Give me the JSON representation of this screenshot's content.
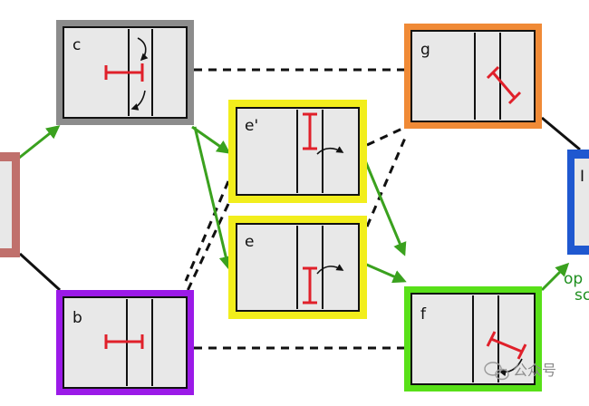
{
  "diagram": {
    "states": [
      {
        "id": "c",
        "label": "c",
        "color": "#8c8c8c"
      },
      {
        "id": "e_prime",
        "label": "e'",
        "color": "#f2ee1c"
      },
      {
        "id": "e",
        "label": "e",
        "color": "#f2ee1c"
      },
      {
        "id": "b",
        "label": "b",
        "color": "#9b1ae8"
      },
      {
        "id": "g",
        "label": "g",
        "color": "#f08a36"
      },
      {
        "id": "f",
        "label": "f",
        "color": "#58e018"
      },
      {
        "id": "left_partial",
        "label": "",
        "color": "#c0706c"
      },
      {
        "id": "right_partial",
        "label": "I",
        "color": "#1f58d0"
      }
    ],
    "right_text": {
      "line1": "op",
      "line2": "sc"
    },
    "watermark": "公众号",
    "colors": {
      "inner_fill": "#e8e8e8",
      "green_arrow": "#3aa11e",
      "red_protein": "#e0202a",
      "dash": "#111111"
    }
  }
}
